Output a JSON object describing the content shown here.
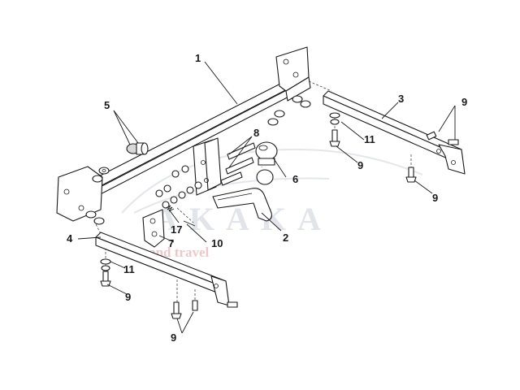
{
  "watermark": {
    "brand": "AKAKA",
    "tagline": "tour and travel"
  },
  "callouts": {
    "c1": "1",
    "c2": "2",
    "c3": "3",
    "c4": "4",
    "c5": "5",
    "c6": "6",
    "c7": "7",
    "c8": "8",
    "c9a": "9",
    "c9b": "9",
    "c9c": "9",
    "c9d": "9",
    "c9e": "9",
    "c10": "10",
    "c11a": "11",
    "c11b": "11",
    "c17": "17"
  }
}
